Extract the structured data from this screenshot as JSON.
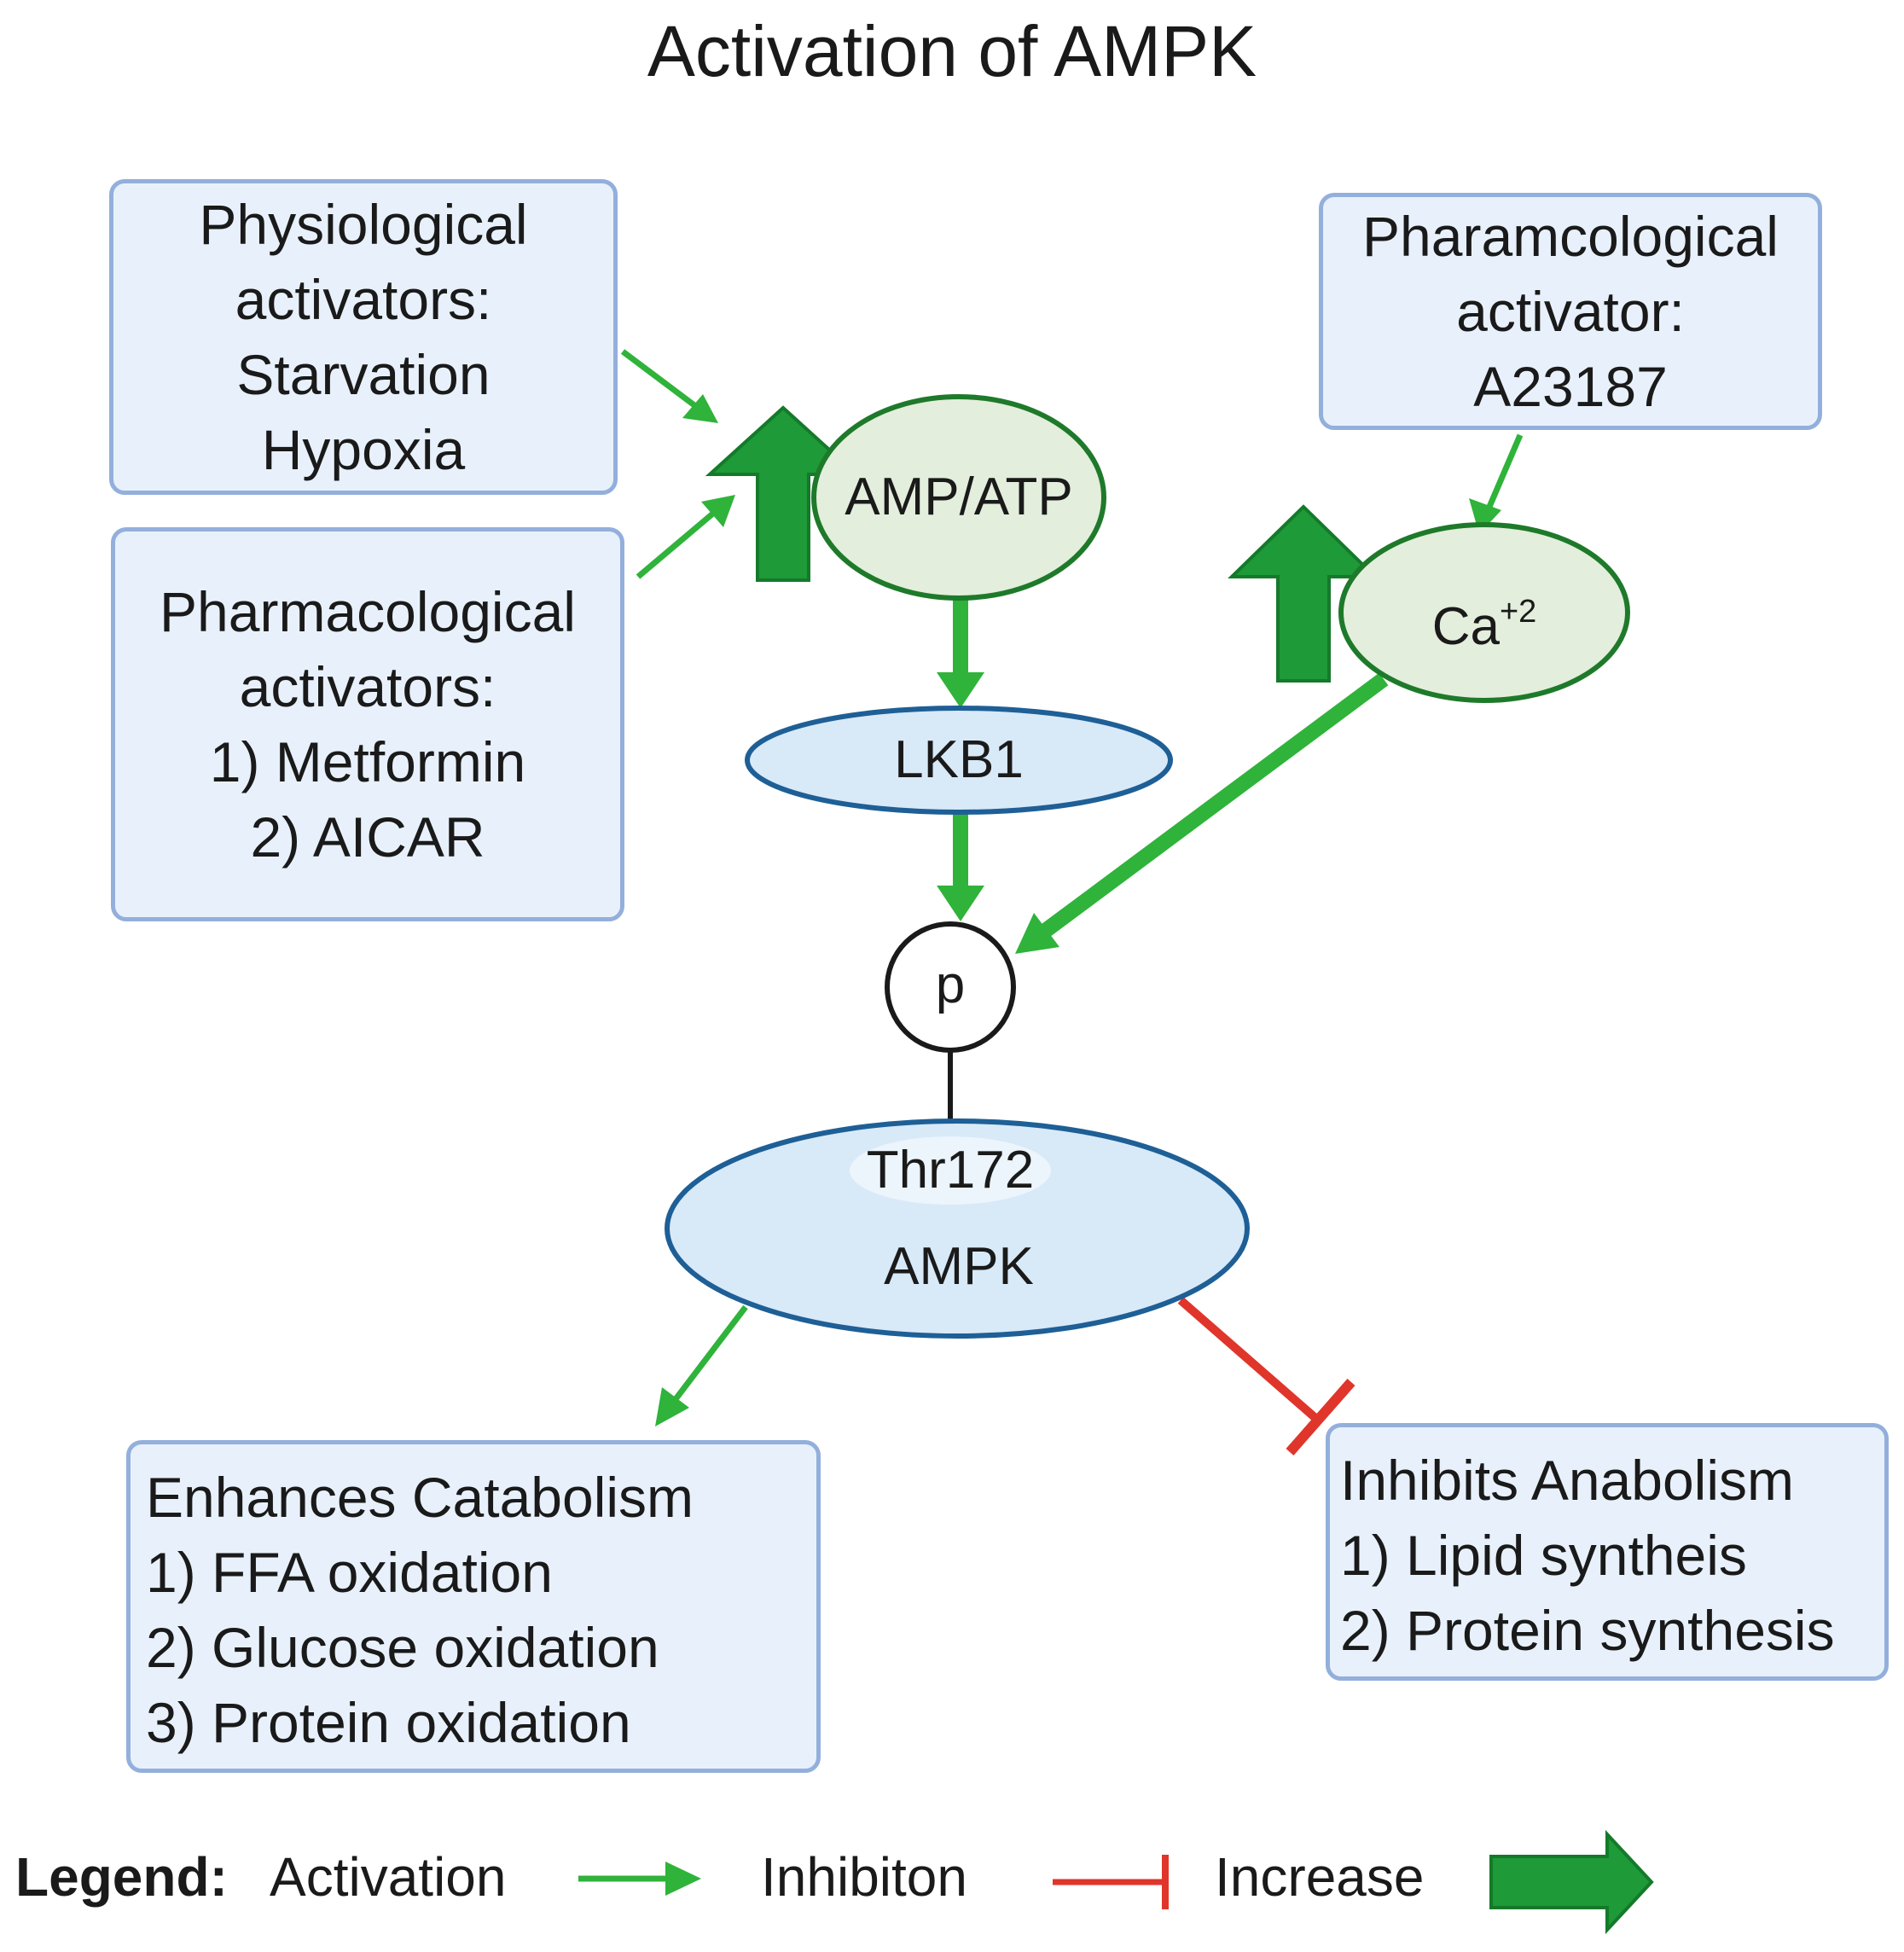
{
  "title": "Activation of AMPK",
  "boxes": {
    "physiological": [
      "Physiological",
      "activators:",
      "Starvation",
      "Hypoxia"
    ],
    "pharmacological": [
      "Pharmacological",
      "activators:",
      "1) Metformin",
      "2) AICAR"
    ],
    "pharamcological_right": [
      "Pharamcological",
      "activator:",
      "A23187"
    ],
    "catabolism": [
      "Enhances Catabolism",
      "1) FFA oxidation",
      "2) Glucose oxidation",
      "3) Protein oxidation"
    ],
    "anabolism": [
      "Inhibits Anabolism",
      "1) Lipid syntheis",
      "2) Protein synthesis"
    ]
  },
  "nodes": {
    "amp_atp": "AMP/ATP",
    "ca_base": "Ca",
    "ca_sup": "+2",
    "lkb1": "LKB1",
    "p": "p",
    "thr172": "Thr172",
    "ampk": "AMPK"
  },
  "legend": {
    "heading": "Legend:",
    "activation": "Activation",
    "inhibition": "Inhibiton",
    "increase": "Increase"
  },
  "colors": {
    "activation_green": "#2fb33a",
    "increase_green": "#1e9a38",
    "inhibition_red": "#e0352b",
    "box_fill": "#e8f1fb",
    "box_border": "#93afdc",
    "green_node_fill": "#e3eedc",
    "green_node_border": "#1e7a2a",
    "blue_node_fill": "#d8e9f8",
    "blue_node_border": "#1e5f96"
  }
}
